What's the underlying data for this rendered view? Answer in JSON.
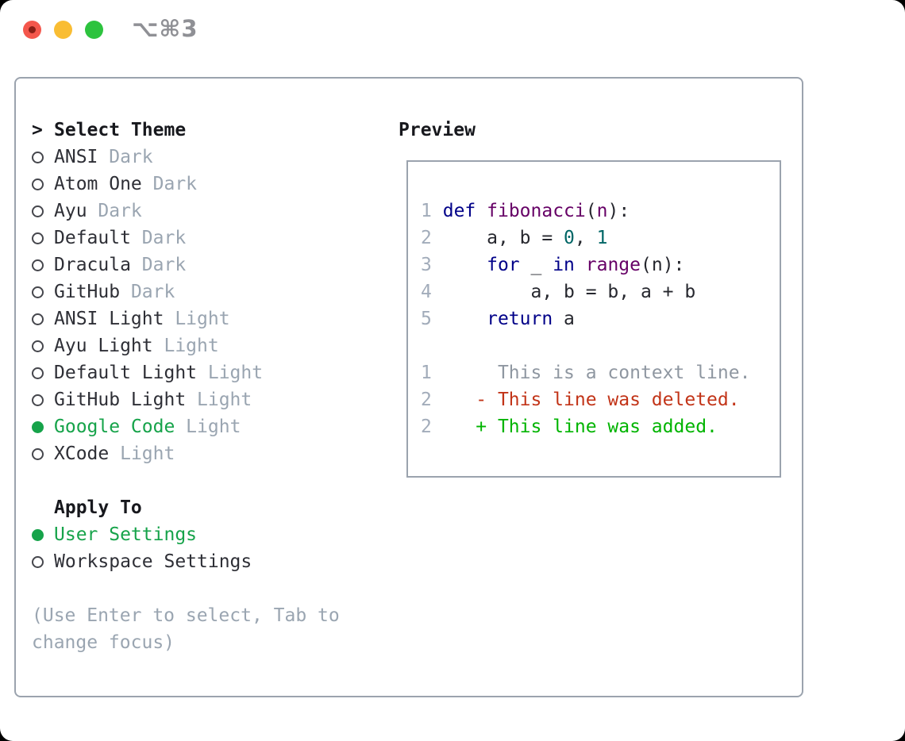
{
  "window": {
    "title": "⌥⌘3"
  },
  "colors": {
    "traffic_red": "#f4574c",
    "traffic_red_dot": "#8a1f16",
    "traffic_yellow": "#f9bd33",
    "traffic_green": "#2dc33e",
    "border_gray": "#9ba3ae",
    "text_dark": "#2e2f36",
    "text_muted": "#9aa5b1",
    "accent_green": "#16a34a",
    "code_keyword": "#000088",
    "code_name": "#660066",
    "code_literal": "#006666",
    "diff_deleted": "#c23418",
    "diff_added": "#00b400"
  },
  "theme_selector": {
    "header_prefix": ">",
    "header": "Select Theme",
    "items": [
      {
        "name": "ANSI",
        "tag": "Dark",
        "selected": false
      },
      {
        "name": "Atom One",
        "tag": "Dark",
        "selected": false
      },
      {
        "name": "Ayu",
        "tag": "Dark",
        "selected": false
      },
      {
        "name": "Default",
        "tag": "Dark",
        "selected": false
      },
      {
        "name": "Dracula",
        "tag": "Dark",
        "selected": false
      },
      {
        "name": "GitHub",
        "tag": "Dark",
        "selected": false
      },
      {
        "name": "ANSI Light",
        "tag": "Light",
        "selected": false
      },
      {
        "name": "Ayu Light",
        "tag": "Light",
        "selected": false
      },
      {
        "name": "Default Light",
        "tag": "Light",
        "selected": false
      },
      {
        "name": "GitHub Light",
        "tag": "Light",
        "selected": false
      },
      {
        "name": "Google Code",
        "tag": "Light",
        "selected": true
      },
      {
        "name": "XCode",
        "tag": "Light",
        "selected": false
      }
    ]
  },
  "apply_to": {
    "header": "Apply To",
    "items": [
      {
        "name": "User Settings",
        "selected": true
      },
      {
        "name": "Workspace Settings",
        "selected": false
      }
    ]
  },
  "hint": "(Use Enter to select, Tab to change focus)",
  "preview": {
    "header": "Preview",
    "lines": [
      {
        "num": "1",
        "tokens": [
          [
            " ",
            "pl"
          ],
          [
            "def",
            "kw"
          ],
          [
            " ",
            "pl"
          ],
          [
            "fibonacci",
            "fn"
          ],
          [
            "(",
            "pl"
          ],
          [
            "n",
            "fn"
          ],
          [
            "):",
            "pl"
          ]
        ]
      },
      {
        "num": "2",
        "tokens": [
          [
            "     a, b = ",
            "pl"
          ],
          [
            "0",
            "lit"
          ],
          [
            ", ",
            "pl"
          ],
          [
            "1",
            "lit"
          ]
        ]
      },
      {
        "num": "3",
        "tokens": [
          [
            "     ",
            "pl"
          ],
          [
            "for",
            "kw"
          ],
          [
            " _ ",
            "pl"
          ],
          [
            "in",
            "kw"
          ],
          [
            " ",
            "pl"
          ],
          [
            "range",
            "fn"
          ],
          [
            "(n):",
            "pl"
          ]
        ]
      },
      {
        "num": "4",
        "tokens": [
          [
            "         a, b = b, a + b",
            "pl"
          ]
        ]
      },
      {
        "num": "5",
        "tokens": [
          [
            "     ",
            "pl"
          ],
          [
            "return",
            "kw"
          ],
          [
            " a",
            "pl"
          ]
        ]
      },
      {
        "num": "",
        "tokens": []
      },
      {
        "num": "1",
        "tokens": [
          [
            "      This is a context line.",
            "ctx"
          ]
        ]
      },
      {
        "num": "2",
        "tokens": [
          [
            "    ",
            "pl"
          ],
          [
            "- This line was deleted.",
            "del"
          ]
        ]
      },
      {
        "num": "2",
        "tokens": [
          [
            "    ",
            "pl"
          ],
          [
            "+ This line was added.",
            "add"
          ]
        ]
      }
    ]
  }
}
